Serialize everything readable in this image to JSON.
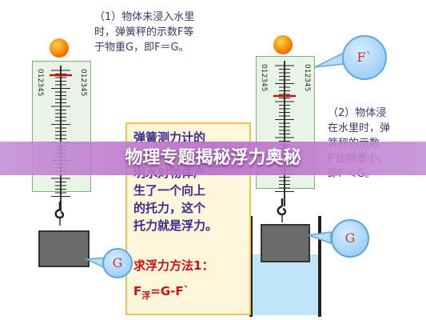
{
  "captions": {
    "step1": "（1）物体未浸入水里\n时，弹簧秤的示数F等\n于物重G，即F＝G。",
    "step2": "（2）物体浸\n在水里时，弹\n簧秤的示数\nF′比物重小，\n即F′＜G。"
  },
  "explanation": {
    "text": "弹簧测力计的\n示数减小，说\n明水对物体产\n生了一个向上\n的托力，这个\n托力就是浮力。",
    "method_label": "求浮力方法1：",
    "formula_f": "F",
    "formula_sub": "浮",
    "formula_rest": "=G-F`"
  },
  "scale_digits": "012345",
  "labels": {
    "f_prime": "F`",
    "g_left": "G",
    "g_right": "G"
  },
  "banner": {
    "title": "物理专题揭秘浮力奥秘"
  },
  "colors": {
    "banner": "#bd7fd0",
    "red_line": "#cc1111",
    "water": "#bfe6f8",
    "box": "#6b6b6b"
  }
}
